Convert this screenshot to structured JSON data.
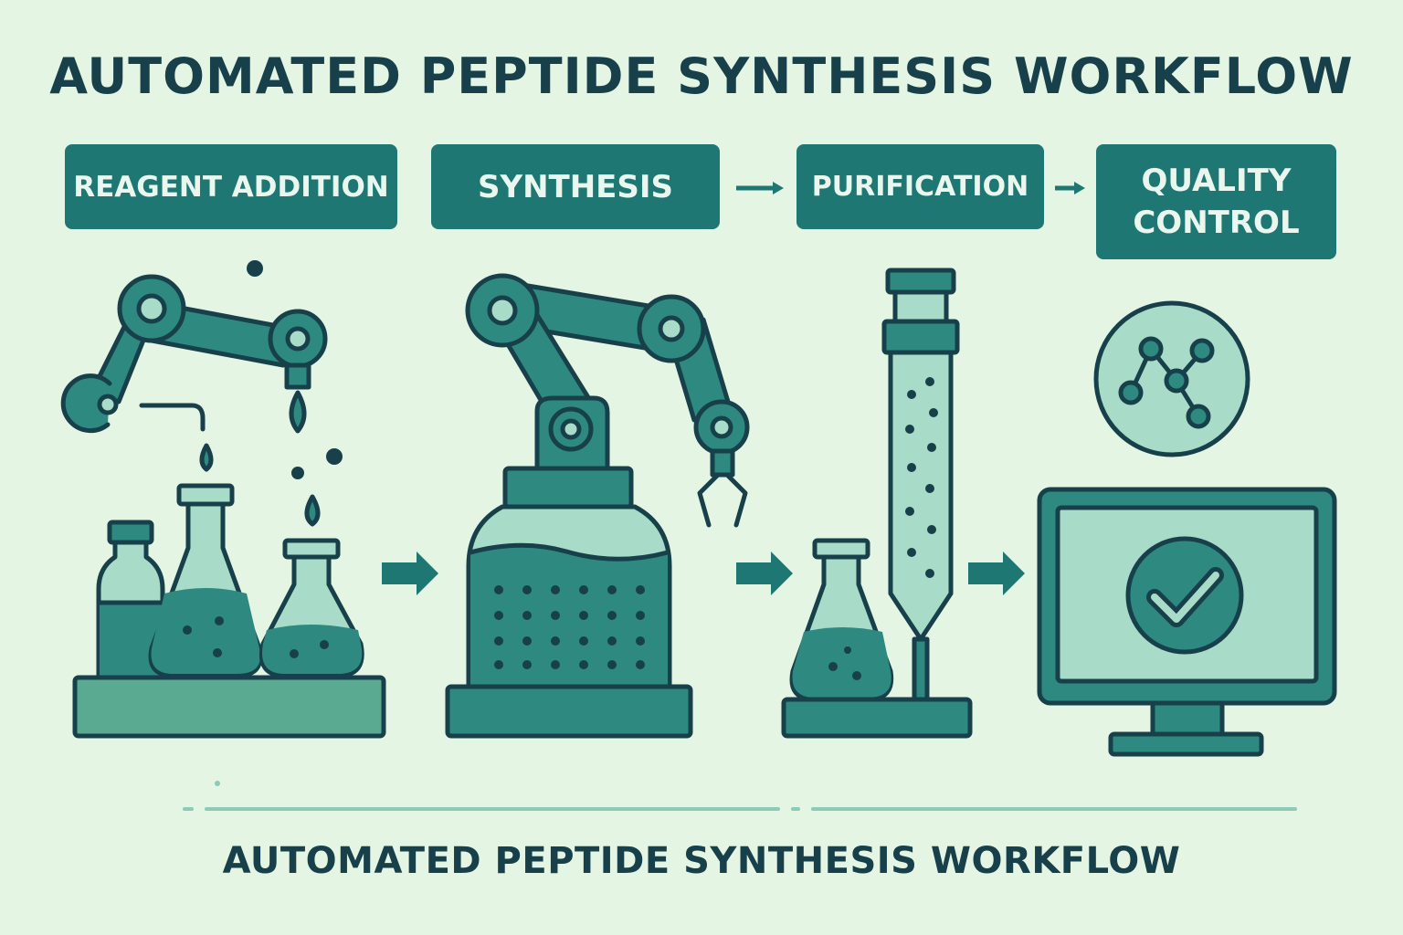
{
  "title": "AUTOMATED PEPTIDE SYNTHESIS WORKFLOW",
  "steps": [
    {
      "label": "REAGENT ADDITION"
    },
    {
      "label": "SYNTHESIS"
    },
    {
      "label": "PURIFICATION"
    },
    {
      "label": "QUALITY CONTROL"
    }
  ],
  "footer_title": "AUTOMATED PEPTIDE SYNTHESIS WORKFLOW",
  "colors": {
    "background": "#e4f5e4",
    "primary": "#1e7772",
    "dark": "#17404a",
    "light": "#a9dcc8",
    "mid": "#2e8a80"
  },
  "icons": [
    "robotic-arm-pipette-icon",
    "flask-icon",
    "bottle-icon",
    "synthesizer-reactor-icon",
    "gripper-arm-icon",
    "chromatography-column-icon",
    "molecule-icon",
    "monitor-check-icon"
  ]
}
